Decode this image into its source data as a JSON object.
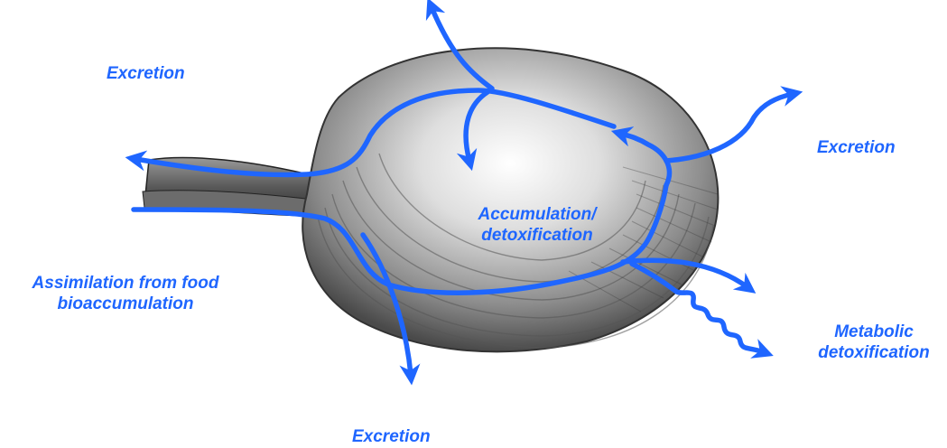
{
  "colors": {
    "flow": "#1f66ff",
    "label": "#1f66ff",
    "clam_shell": "#8a8a8a"
  },
  "labels": {
    "excretion_top_left": "Excretion",
    "excretion_right": "Excretion",
    "excretion_bottom": "Excretion",
    "accumulation_line1": "Accumulation/",
    "accumulation_line2": "detoxification",
    "assimilation_line1": "Assimilation from food",
    "assimilation_line2": "bioaccumulation",
    "metabolic_line1": "Metabolic",
    "metabolic_line2": "detoxification"
  },
  "illustration": {
    "subject": "clam",
    "icon": "clam-shell-illustration"
  }
}
